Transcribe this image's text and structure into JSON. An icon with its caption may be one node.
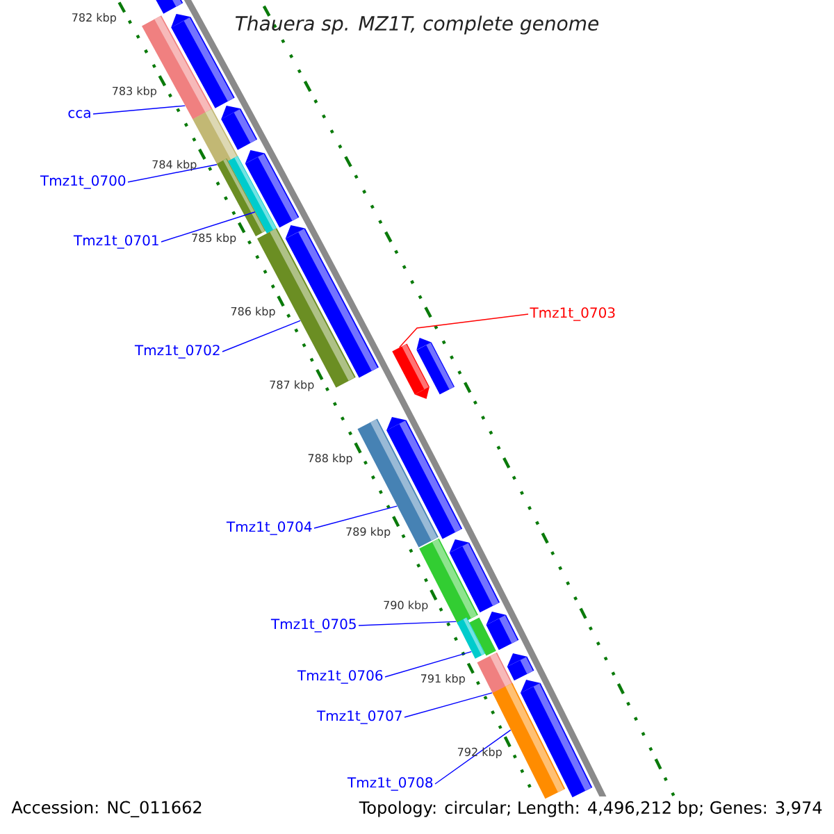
{
  "diagram": {
    "title": "Thauera sp. MZ1T, complete genome",
    "nodes": [
      {
        "text": [
          "cca"
        ]
      },
      {
        "text": [],
        "shape": "bar"
      },
      {
        "text": [
          "Tmz1t_0700"
        ]
      },
      {
        "text": [],
        "shape": "bar"
      },
      {
        "text": [
          "Tmz1t_0701"
        ]
      },
      {
        "text": [],
        "shape": "bar"
      },
      {
        "text": [
          "Tmz1t_0702"
        ]
      },
      {
        "text": [],
        "shape": "bar"
      },
      {
        "text": [
          "Tmz1t_0703"
        ]
      },
      {
        "text": [],
        "shape": "arrow"
      },
      {
        "text": [
          "Tmz1t_0704"
        ]
      },
      {
        "text": [],
        "shape": "bar"
      },
      {
        "text": [
          "Tmz1t_0705"
        ]
      },
      {
        "text": [],
        "shape": "bar"
      },
      {
        "text": [
          "Tmz1t_0706"
        ]
      },
      {
        "text": [],
        "shape": "bar"
      },
      {
        "text": [
          "Tmz1t_0707"
        ]
      },
      {
        "text": [],
        "shape": "bar"
      },
      {
        "text": [
          "Tmz1t_0708"
        ]
      },
      {
        "text": [],
        "shape": "bar"
      },
      {
        "text": [],
        "shape": "arrow"
      },
      {
        "text": [],
        "shape": "arrow"
      },
      {
        "text": [],
        "shape": "arrow"
      },
      {
        "text": [],
        "shape": "arrow"
      },
      {
        "text": [],
        "shape": "arrow"
      },
      {
        "text": [],
        "shape": "arrow"
      },
      {
        "text": [],
        "shape": "arrow"
      },
      {
        "text": [],
        "shape": "arrow"
      },
      {
        "text": [],
        "shape": "arrow"
      },
      {
        "text": [],
        "shape": "arrow"
      },
      {
        "text": [],
        "shape": "pentagon"
      },
      {
        "text": [],
        "shape": "bar"
      }
    ],
    "edges": [
      {
        "from": 0,
        "to": 1,
        "arrow": "none"
      },
      {
        "from": 2,
        "to": 3,
        "arrow": "none"
      },
      {
        "from": 4,
        "to": 5,
        "arrow": "none"
      },
      {
        "from": 6,
        "to": 7,
        "arrow": "none"
      },
      {
        "from": 8,
        "to": 9,
        "arrow": "none",
        "color": "#ff0000"
      },
      {
        "from": 10,
        "to": 11,
        "arrow": "none"
      },
      {
        "from": 12,
        "to": 13,
        "arrow": "none"
      },
      {
        "from": 14,
        "to": 15,
        "arrow": "none"
      },
      {
        "from": 16,
        "to": 17,
        "arrow": "none"
      },
      {
        "from": 18,
        "to": 19,
        "arrow": "none"
      }
    ],
    "labels": [
      "782 kbp",
      "783 kbp",
      "784 kbp",
      "785 kbp",
      "786 kbp",
      "787 kbp",
      "788 kbp",
      "789 kbp",
      "790 kbp",
      "791 kbp",
      "792 kbp",
      "Accession: NC_011662",
      "Topology: circular; Length: 4,496,212 bp; Genes: 3,974"
    ]
  }
}
